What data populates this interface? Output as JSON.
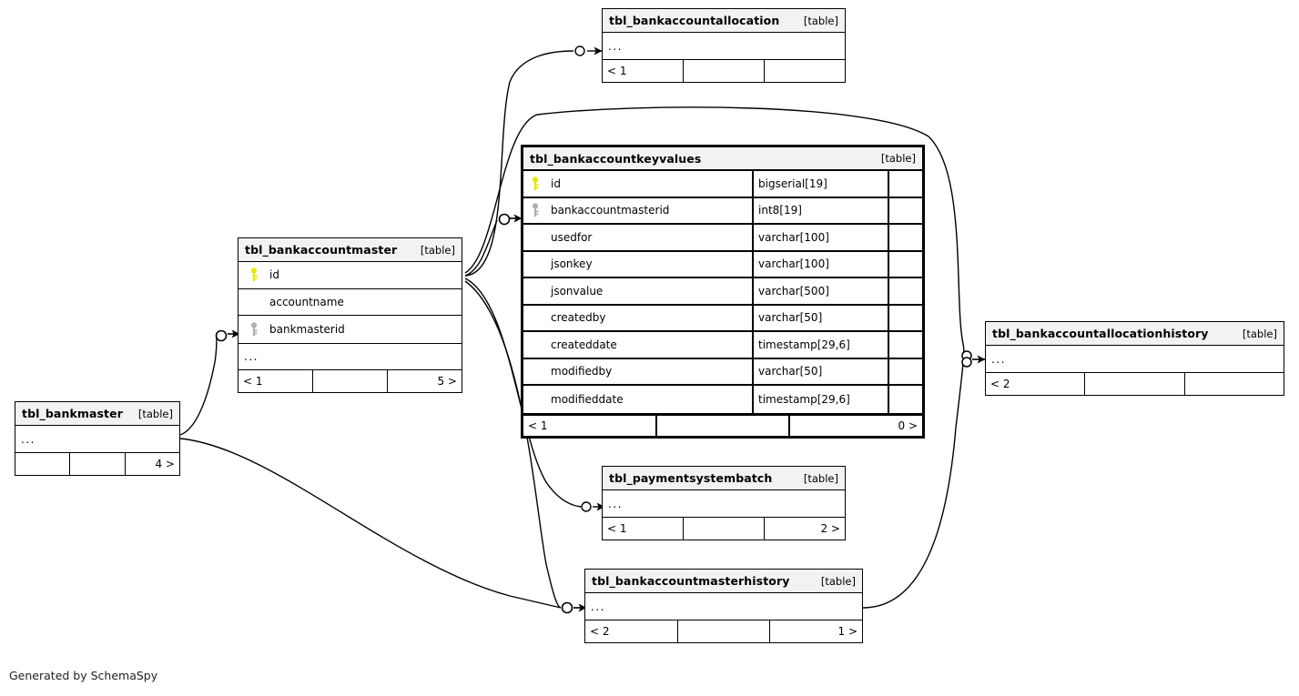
{
  "diagram": {
    "credits": "Generated by SchemaSpy",
    "table_tag": "[table]",
    "ellipsis": "...",
    "colors": {
      "primary_key": "#e8e800",
      "foreign_key": "#b0b0b0",
      "header_bg": "#f2f2f2",
      "border": "#000000",
      "background": "#ffffff"
    }
  },
  "tables": {
    "bankaccountallocation": {
      "name": "tbl_bankaccountallocation",
      "tag": "[table]",
      "ellipsis": "...",
      "footer": {
        "left": "< 1",
        "middle": "",
        "right": ""
      }
    },
    "bankaccountkeyvalues": {
      "name": "tbl_bankaccountkeyvalues",
      "tag": "[table]",
      "columns": [
        {
          "key": "primary",
          "name": "id",
          "type": "bigserial[19]"
        },
        {
          "key": "foreign",
          "name": "bankaccountmasterid",
          "type": "int8[19]"
        },
        {
          "key": "none",
          "name": "usedfor",
          "type": "varchar[100]"
        },
        {
          "key": "none",
          "name": "jsonkey",
          "type": "varchar[100]"
        },
        {
          "key": "none",
          "name": "jsonvalue",
          "type": "varchar[500]"
        },
        {
          "key": "none",
          "name": "createdby",
          "type": "varchar[50]"
        },
        {
          "key": "none",
          "name": "createddate",
          "type": "timestamp[29,6]"
        },
        {
          "key": "none",
          "name": "modifiedby",
          "type": "varchar[50]"
        },
        {
          "key": "none",
          "name": "modifieddate",
          "type": "timestamp[29,6]"
        }
      ],
      "footer": {
        "left": "< 1",
        "middle": "",
        "right": "0 >"
      }
    },
    "bankaccountmaster": {
      "name": "tbl_bankaccountmaster",
      "tag": "[table]",
      "columns": [
        {
          "key": "primary",
          "name": "id"
        },
        {
          "key": "none",
          "name": "accountname"
        },
        {
          "key": "foreign",
          "name": "bankmasterid"
        }
      ],
      "ellipsis": "...",
      "footer": {
        "left": "< 1",
        "middle": "",
        "right": "5 >"
      }
    },
    "bankmaster": {
      "name": "tbl_bankmaster",
      "tag": "[table]",
      "ellipsis": "...",
      "footer": {
        "left": "",
        "middle": "",
        "right": "4 >"
      }
    },
    "bankaccountallocationhistory": {
      "name": "tbl_bankaccountallocationhistory",
      "tag": "[table]",
      "ellipsis": "...",
      "footer": {
        "left": "< 2",
        "middle": "",
        "right": ""
      }
    },
    "paymentsystembatch": {
      "name": "tbl_paymentsystembatch",
      "tag": "[table]",
      "ellipsis": "...",
      "footer": {
        "left": "< 1",
        "middle": "",
        "right": "2 >"
      }
    },
    "bankaccountmasterhistory": {
      "name": "tbl_bankaccountmasterhistory",
      "tag": "[table]",
      "ellipsis": "...",
      "footer": {
        "left": "< 2",
        "middle": "",
        "right": "1 >"
      }
    }
  }
}
